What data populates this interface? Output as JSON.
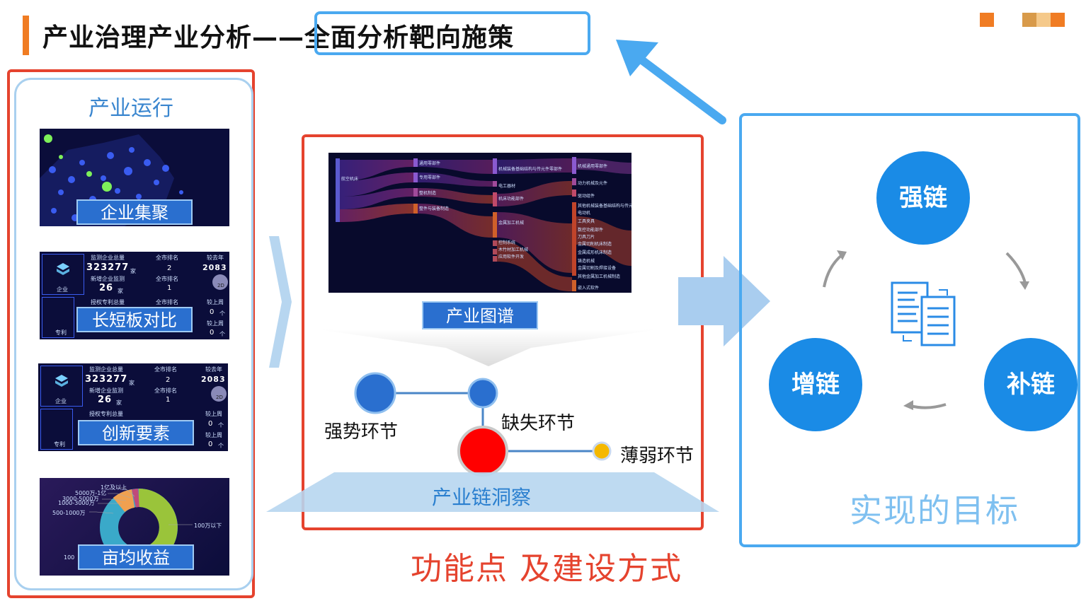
{
  "title": {
    "prefix": "产业治理产业分析——",
    "highlight": "全面分析靶向施策"
  },
  "left_panel": {
    "heading": "产业运行",
    "items": [
      {
        "label": "企业集聚"
      },
      {
        "label": "长短板对比"
      },
      {
        "label": "创新要素"
      },
      {
        "label": "亩均收益"
      }
    ],
    "stats_card_1": {
      "col1_header": "监测企业总量",
      "value_total": "323277",
      "unit_jia": "家",
      "new_label": "新增企业监测",
      "value_new": "26",
      "rank_header": "全市排名",
      "rank_value_1": "2",
      "rank_header_2": "全市排名",
      "rank_value_2": "1",
      "cmp_header": "较去年",
      "cmp_value": "2083",
      "tag": "2D",
      "left_tag_1": "企业",
      "left_tag_2": "专利",
      "patent_header": "授权专利总量",
      "patent_rank": "全市排名",
      "week_header": "较上周",
      "week_value_1": "0",
      "week_header_2": "较上周",
      "week_value_2": "0",
      "unit_ge": "个"
    },
    "stats_card_2": {
      "col1_header": "监测企业总量",
      "value_total": "323277",
      "unit_jia": "家",
      "new_label": "新增企业监测",
      "value_new": "26",
      "rank_header": "全市排名",
      "rank_value_1": "2",
      "rank_header_2": "全市排名",
      "rank_value_2": "1",
      "cmp_header": "较去年",
      "cmp_value": "2083",
      "tag": "2D",
      "left_tag_1": "企业",
      "left_tag_2": "专利",
      "patent_header": "授权专利总量",
      "week_header": "较上周",
      "week_value_1": "0",
      "week_header_2": "较上周",
      "week_value_2": "0",
      "unit_ge": "个"
    },
    "donut": {
      "labels": [
        "1亿及以上",
        "5000万-1亿",
        "3000-5000万",
        "1000-3000万",
        "500-1000万",
        "100万以下",
        "100"
      ],
      "colors": [
        "#9ac43a",
        "#3aa9c9",
        "#f0a050",
        "#c04a7a",
        "#6a6ad0"
      ]
    }
  },
  "center_panel": {
    "map_label": "产业图谱",
    "nodes": {
      "strong": "强势环节",
      "missing": "缺失环节",
      "weak": "薄弱环节"
    },
    "insight": "产业链洞察",
    "sankey": {
      "col1": [
        "航空机床"
      ],
      "col2": [
        "通用零部件",
        "专用零部件",
        "整机制造",
        "整件与装备制造"
      ],
      "col3": [
        "机械装备基础结构与传元件零部件",
        "电工器材",
        "机床功能部件",
        "金属加工机械",
        "控制系统",
        "木竹材加工机械",
        "应用软件开发"
      ],
      "col4": [
        "机械通用零部件",
        "动力机械及元件",
        "驱动组件",
        "其他机械装备基础结构与传元件零部件",
        "电动机",
        "工具夹具",
        "数控功能部件",
        "刀具刀片",
        "金属切削机床制造",
        "金属成形机床制造",
        "铸造机械",
        "金属切割及焊接设备",
        "其他金属加工机械制造",
        "嵌入式软件"
      ]
    }
  },
  "bottom_caption": "功能点 及建设方式",
  "right_panel": {
    "top": "强链",
    "left": "增链",
    "right": "补链",
    "goal": "实现的目标"
  },
  "colors": {
    "accent_red": "#e5432e",
    "accent_blue": "#4aa9f0",
    "title_orange": "#f07c23",
    "circle_blue": "#1a8be6"
  }
}
